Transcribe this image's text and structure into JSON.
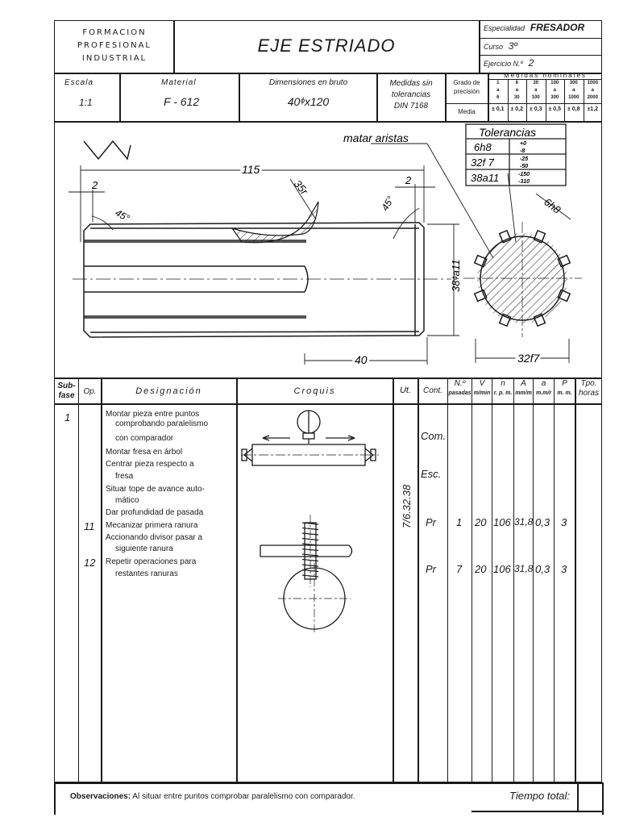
{
  "header": {
    "school": [
      "FORMACION",
      "PROFESIONAL",
      "INDUSTRIAL"
    ],
    "title": "EJE ESTRIADO",
    "especialidad_label": "Especialidad",
    "especialidad": "FRESADOR",
    "curso_label": "Curso",
    "curso": "3º",
    "ejercicio_label": "Ejercicio N.º",
    "ejercicio": "2"
  },
  "info": {
    "escala_label": "Escala",
    "escala": "1:1",
    "material_label": "Material",
    "material": "F - 612",
    "dimensiones_label": "Dimensiones en bruto",
    "dimensiones": "40ᶲx120",
    "medidas_sin": [
      "Medidas sin",
      "tolerancias",
      "DIN 7168"
    ],
    "grado": [
      "Grado de",
      "precisión"
    ],
    "media": "Media",
    "nominales_title": "Medidas nominales",
    "nominal_ranges": [
      [
        "1",
        "a",
        "6"
      ],
      [
        "6",
        "a",
        "30"
      ],
      [
        "30",
        "a",
        "100"
      ],
      [
        "100",
        "a",
        "300"
      ],
      [
        "300",
        "a",
        "1000"
      ],
      [
        "1000",
        "a",
        "2000"
      ]
    ],
    "media_values": [
      "± 0,1",
      "± 0,2",
      "± 0,3",
      "± 0,5",
      "± 0,8",
      "±1,2"
    ]
  },
  "drawing": {
    "matar_aristas": "matar aristas",
    "tolerancias_title": "Tolerancias",
    "tolerancias": [
      {
        "fit": "6h8",
        "upper": "+0",
        "lower": "-8"
      },
      {
        "fit": "32f 7",
        "upper": "-25",
        "lower": "-50"
      },
      {
        "fit": "38a11",
        "upper": "-150",
        "lower": "-310"
      }
    ],
    "dim_115": "115",
    "dim_2a": "2",
    "dim_2b": "2",
    "dim_45a": "45°",
    "dim_45b": "45°",
    "dim_35r": "35r",
    "dim_40": "40",
    "dim_38a11": "38ᶲa11",
    "dim_6h8": "6h8",
    "dim_32f7": "32f7"
  },
  "ops_header": {
    "subfase": [
      "Sub-",
      "fase"
    ],
    "op": "Op.",
    "designacion": "Designación",
    "croquis": "Croquis",
    "ut": "Ut.",
    "cont": "Cont.",
    "n_pasadas": [
      "N.º",
      "pasadas"
    ],
    "v": [
      "V",
      "m/min"
    ],
    "n": [
      "n",
      "r. p. m."
    ],
    "a": [
      "A",
      "mm/m"
    ],
    "a_small": [
      "a",
      "m.m/r"
    ],
    "p": [
      "P",
      "m. m."
    ],
    "tpo": [
      "Tpo.",
      "horas"
    ]
  },
  "operations": {
    "subfase": "1",
    "lines": [
      "Montar pieza entre puntos",
      "comprobando paralelismo",
      "con comparador",
      "Montar fresa en árbol",
      "Centrar pieza respecto a",
      "fresa",
      "Situar tope de avance auto-",
      "mático",
      "Dar profundidad de pasada",
      "Mecanizar primera ranura",
      "Accionando divisor pasar a",
      "siguiente ranura",
      "Repetir operaciones para",
      "restantes ranuras"
    ],
    "op_11": "11",
    "op_12": "12",
    "ut_tool": "7/6.32.38",
    "cont_com": "Com.",
    "cont_esc": "Esc.",
    "row11": {
      "cont": "Pr",
      "pasadas": "1",
      "v": "20",
      "n": "106",
      "A": "31,8",
      "a": "0,3",
      "p": "3"
    },
    "row12": {
      "cont": "Pr",
      "pasadas": "7",
      "v": "20",
      "n": "106",
      "A": "31,8",
      "a": "0,3",
      "p": "3"
    }
  },
  "footer": {
    "observaciones_label": "Observaciones:",
    "observaciones": "Al situar entre puntos comprobar paralelismo con comparador.",
    "tiempo_total": "Tiempo total:"
  }
}
